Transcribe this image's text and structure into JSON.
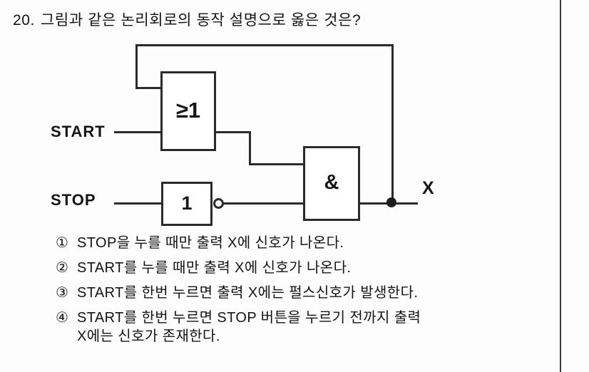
{
  "question": {
    "number": "20.",
    "text": "그림과 같은 논리회로의 동작 설명으로 옳은 것은?"
  },
  "diagram": {
    "title": "logic-circuit-diagram",
    "inputs": [
      {
        "name": "start-input-label",
        "label": "START"
      },
      {
        "name": "stop-input-label",
        "label": "STOP"
      }
    ],
    "output": {
      "name": "output-x-label",
      "label": "X"
    },
    "gates": [
      {
        "name": "or-gate",
        "label": "≥1",
        "type": "OR"
      },
      {
        "name": "not-gate",
        "label": "1",
        "type": "NOT"
      },
      {
        "name": "and-gate",
        "label": "&",
        "type": "AND"
      }
    ]
  },
  "options": [
    {
      "marker": "①",
      "text": "STOP을 누를 때만 출력 X에 신호가 나온다."
    },
    {
      "marker": "②",
      "text": "START를 누를 때만 출력 X에 신호가 나온다."
    },
    {
      "marker": "③",
      "text": "START를 한번 누르면 출력 X에는 펄스신호가 발생한다."
    },
    {
      "marker": "④",
      "text": "START를 한번 누르면 STOP 버튼을 누르기 전까지 출력\nX에는 신호가 존재한다."
    }
  ],
  "colors": {
    "ink": "#141414",
    "wire": "#2b2b2b",
    "paper": "#fdfdfd"
  }
}
